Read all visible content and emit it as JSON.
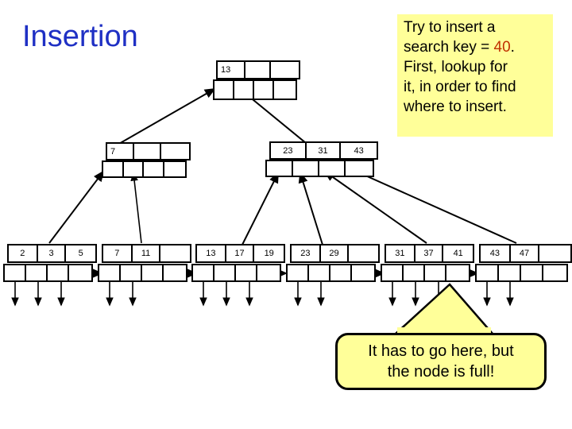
{
  "slide": {
    "title": "Insertion",
    "title_color": "#1f30c4",
    "background": "#ffffff"
  },
  "callouts": {
    "top": {
      "line1": "Try to insert a",
      "line2_pre": "search key = ",
      "line2_key": "40",
      "line2_post": ".",
      "line3": "First, lookup for",
      "line4": "it, in order to find",
      "line5": "where to insert.",
      "fill": "#ffff99",
      "key_color": "#c03000"
    },
    "bottom": {
      "line1": "It has to go here, but",
      "line2": "the node is full!",
      "fill": "#ffff99",
      "border": "#000000"
    }
  },
  "tree": {
    "root": {
      "name": "root-node",
      "keys": [
        "13",
        "",
        ""
      ],
      "pointers": [
        "",
        "",
        "",
        ""
      ]
    },
    "internal": [
      {
        "name": "internal-node-left",
        "keys": [
          "7",
          "",
          ""
        ],
        "pointers": [
          "",
          "",
          "",
          ""
        ]
      },
      {
        "name": "internal-node-right",
        "keys": [
          "23",
          "31",
          "43"
        ],
        "pointers": [
          "",
          "",
          "",
          ""
        ]
      }
    ],
    "leaves": [
      {
        "name": "leaf-node-1",
        "keys": [
          "2",
          "3",
          "5"
        ],
        "pointers": [
          "",
          "",
          "",
          ""
        ]
      },
      {
        "name": "leaf-node-2",
        "keys": [
          "7",
          "11",
          ""
        ],
        "pointers": [
          "",
          "",
          "",
          ""
        ]
      },
      {
        "name": "leaf-node-3",
        "keys": [
          "13",
          "17",
          "19"
        ],
        "pointers": [
          "",
          "",
          "",
          ""
        ]
      },
      {
        "name": "leaf-node-4",
        "keys": [
          "23",
          "29",
          ""
        ],
        "pointers": [
          "",
          "",
          "",
          ""
        ]
      },
      {
        "name": "leaf-node-5",
        "keys": [
          "31",
          "37",
          "41"
        ],
        "pointers": [
          "",
          "",
          "",
          ""
        ]
      },
      {
        "name": "leaf-node-6",
        "keys": [
          "43",
          "47",
          ""
        ],
        "pointers": [
          "",
          "",
          "",
          ""
        ]
      }
    ]
  }
}
